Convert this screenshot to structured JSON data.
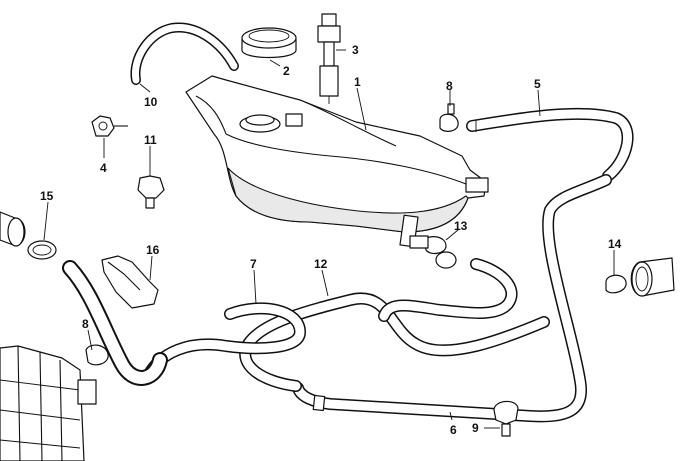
{
  "diagram": {
    "type": "exploded parts diagram",
    "labels": [
      "1",
      "2",
      "3",
      "4",
      "5",
      "6",
      "7",
      "8",
      "9",
      "10",
      "11",
      "12",
      "13",
      "14",
      "15",
      "16"
    ],
    "parts": [
      {
        "number": "1",
        "item": "expansion-tank"
      },
      {
        "number": "2",
        "item": "filler-cap"
      },
      {
        "number": "3",
        "item": "level-sensor"
      },
      {
        "number": "4",
        "item": "mounting-nut"
      },
      {
        "number": "5",
        "item": "tank-vent-hose"
      },
      {
        "number": "6",
        "item": "long-return-hose"
      },
      {
        "number": "7",
        "item": "radiator-hose"
      },
      {
        "number": "8",
        "item": "hose-clamp"
      },
      {
        "number": "9",
        "item": "hose-clip"
      },
      {
        "number": "10",
        "item": "overflow-hose"
      },
      {
        "number": "11",
        "item": "grommet"
      },
      {
        "number": "12",
        "item": "tank-feed-hose"
      },
      {
        "number": "13",
        "item": "hose-clamp"
      },
      {
        "number": "14",
        "item": "pipe-connector"
      },
      {
        "number": "15",
        "item": "hose-clamp"
      },
      {
        "number": "16",
        "item": "hose-bracket"
      }
    ]
  }
}
